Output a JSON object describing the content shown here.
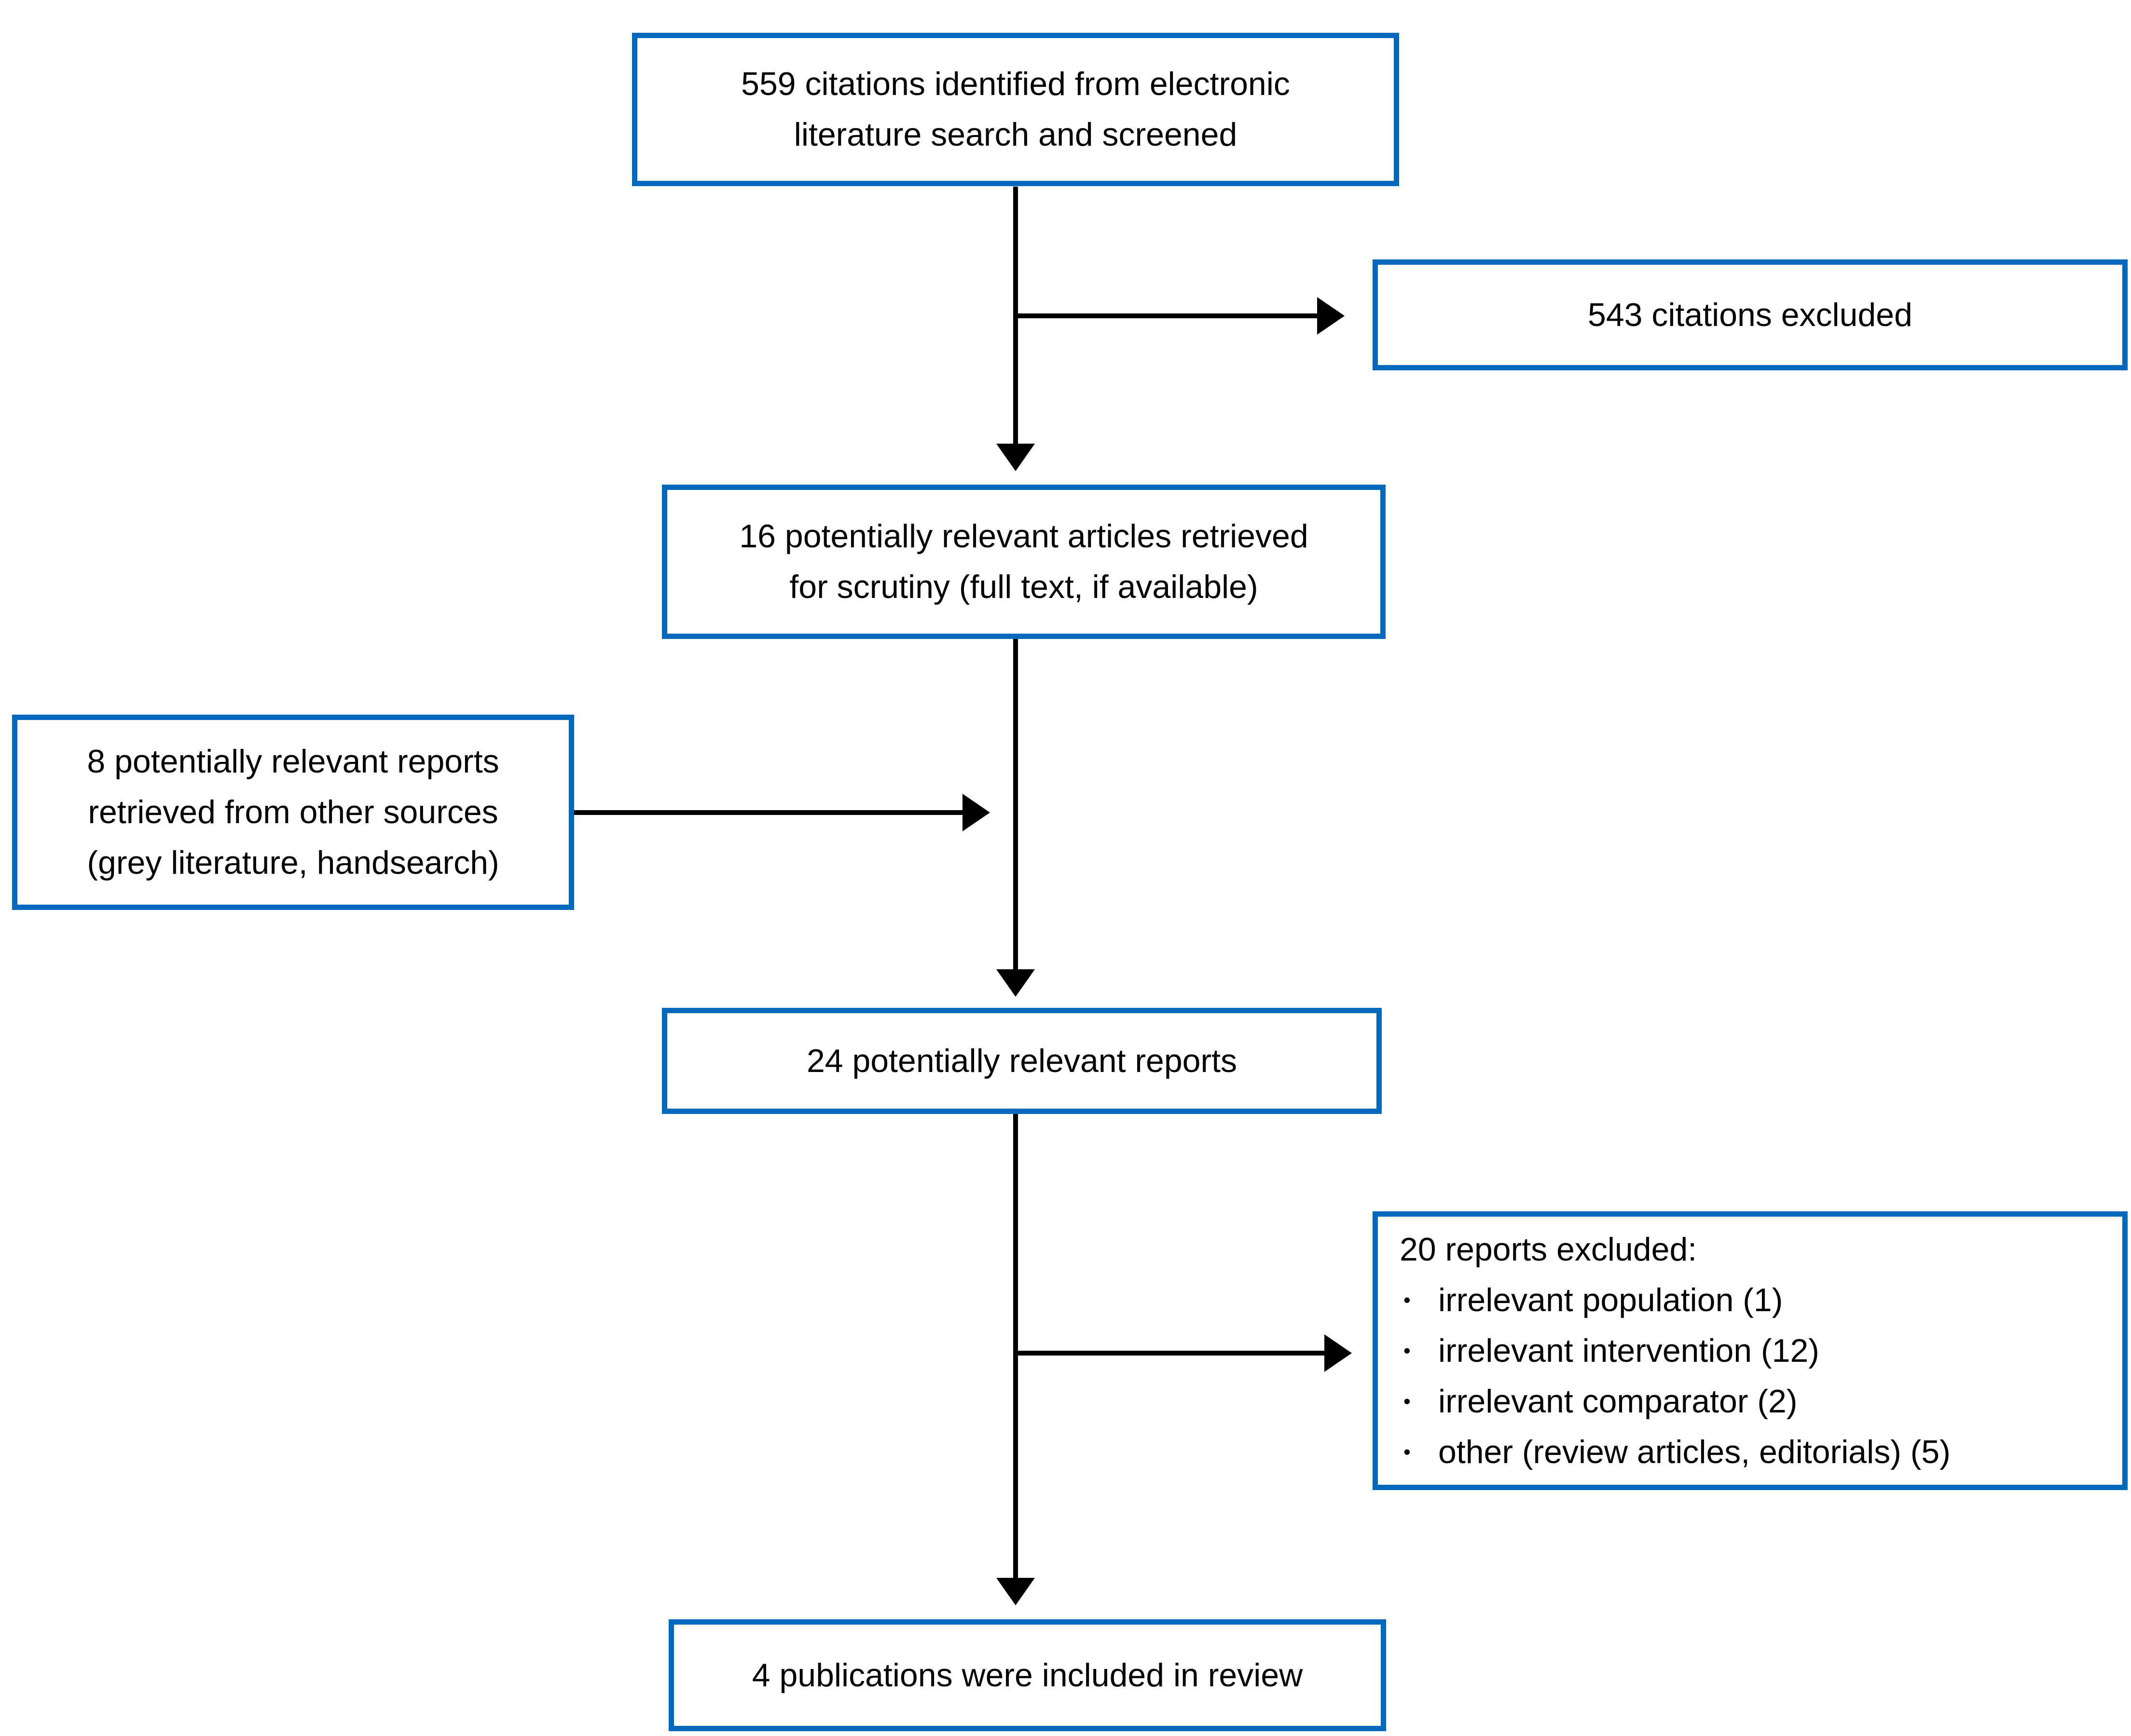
{
  "diagram": {
    "type": "flowchart",
    "title_semantic": "literature screening flow diagram",
    "boxes": {
      "identified": {
        "text": "559 citations identified from electronic\nliterature search and screened"
      },
      "excluded_citations": {
        "text": "543 citations excluded"
      },
      "retrieved": {
        "text": "16 potentially relevant articles retrieved\nfor scrutiny (full text, if available)"
      },
      "other_sources": {
        "text": "8 potentially relevant reports\nretrieved from other sources\n(grey literature, handsearch)"
      },
      "relevant_reports": {
        "text": "24 potentially relevant reports"
      },
      "excluded_reports": {
        "title": "20 reports excluded:",
        "bullet_char": "•",
        "items": [
          "irrelevant population (1)",
          "irrelevant intervention (12)",
          "irrelevant comparator (2)",
          "other (review articles, editorials) (5)"
        ]
      },
      "included": {
        "text": "4 publications were included in review"
      }
    },
    "colors": {
      "box_border": "#0069BD",
      "arrow": "#000000",
      "text": "#000000",
      "background": "#FFFFFF"
    }
  }
}
